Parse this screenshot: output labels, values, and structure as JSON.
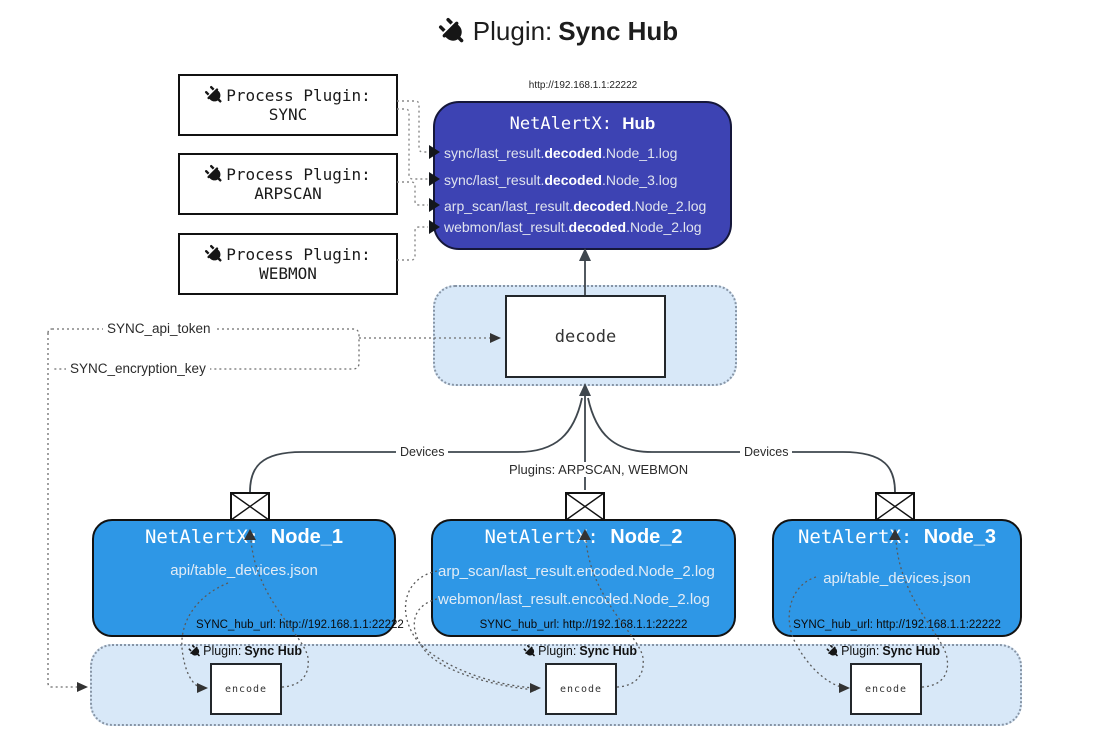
{
  "title": {
    "label": "Plugin: ",
    "bold": "Sync Hub"
  },
  "hub": {
    "url": "http://192.168.1.1:22222",
    "title_mono": "NetAlertX: ",
    "title_bold": "Hub",
    "lines": [
      {
        "prefix": "sync/last_result.",
        "bold": "decoded",
        "suffix": ".Node_1.log"
      },
      {
        "prefix": "sync/last_result.",
        "bold": "decoded",
        "suffix": ".Node_3.log"
      },
      {
        "prefix": "arp_scan/last_result.",
        "bold": "decoded",
        "suffix": ".Node_2.log"
      },
      {
        "prefix": "webmon/last_result.",
        "bold": "decoded",
        "suffix": ".Node_2.log"
      }
    ]
  },
  "process_plugins": [
    {
      "label": "Process Plugin:",
      "name": "SYNC"
    },
    {
      "label": "Process Plugin:",
      "name": "ARPSCAN"
    },
    {
      "label": "Process Plugin:",
      "name": "WEBMON"
    }
  ],
  "decode": {
    "label": "decode"
  },
  "encode": {
    "label": "encode",
    "plugin_label": "Plugin: ",
    "plugin_bold": "Sync Hub"
  },
  "keys": {
    "api_token": "SYNC_api_token",
    "encryption_key": "SYNC_encryption_key"
  },
  "edge_labels": {
    "devices_left": "Devices",
    "devices_right": "Devices",
    "plugins_mid": "Plugins: ARPSCAN, WEBMON"
  },
  "nodes": [
    {
      "title_mono": "NetAlertX: ",
      "title_bold": "Node_1",
      "lines": [
        "api/table_devices.json"
      ],
      "footer": "SYNC_hub_url: http://192.168.1.1:22222"
    },
    {
      "title_mono": "NetAlertX: ",
      "title_bold": "Node_2",
      "lines": [
        "arp_scan/last_result.encoded.Node_2.log",
        "webmon/last_result.encoded.Node_2.log"
      ],
      "footer": "SYNC_hub_url: http://192.168.1.1:22222"
    },
    {
      "title_mono": "NetAlertX: ",
      "title_bold": "Node_3",
      "lines": [
        "api/table_devices.json"
      ],
      "footer": "SYNC_hub_url: http://192.168.1.1:22222"
    }
  ],
  "colors": {
    "hub_bg": "#3d43b3",
    "node_bg": "#2e97e6",
    "container_bg": "#d8e8f8",
    "line": "#3f474e"
  }
}
